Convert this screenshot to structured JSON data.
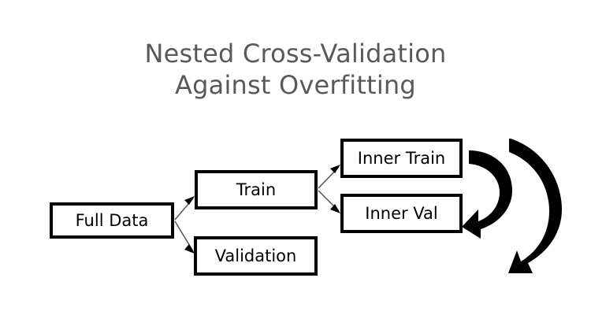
{
  "figure": {
    "title_line1": "Nested Cross-Validation",
    "title_line2": "Against Overfitting",
    "title_color": "#595959",
    "background_color": "#ffffff",
    "node_border_color": "#000000",
    "node_fill_color": "#ffffff",
    "connector_color": "#4d4d4d",
    "loop_arrow_color": "#000000"
  },
  "nodes": [
    {
      "id": "full-data",
      "label": "Full Data"
    },
    {
      "id": "train",
      "label": "Train"
    },
    {
      "id": "validation",
      "label": "Validation"
    },
    {
      "id": "inner-train",
      "label": "Inner Train"
    },
    {
      "id": "inner-val",
      "label": "Inner Val"
    }
  ],
  "edges": [
    {
      "from": "full-data",
      "to": "train",
      "style": "thin-arrow"
    },
    {
      "from": "full-data",
      "to": "validation",
      "style": "thin-arrow"
    },
    {
      "from": "train",
      "to": "inner-train",
      "style": "thin-arrow"
    },
    {
      "from": "train",
      "to": "inner-val",
      "style": "thin-arrow"
    }
  ],
  "loops": [
    {
      "id": "inner-loop",
      "name": "inner-cv-loop-arrow",
      "direction": "clockwise-down"
    },
    {
      "id": "outer-loop",
      "name": "outer-cv-loop-arrow",
      "direction": "clockwise-down"
    }
  ]
}
